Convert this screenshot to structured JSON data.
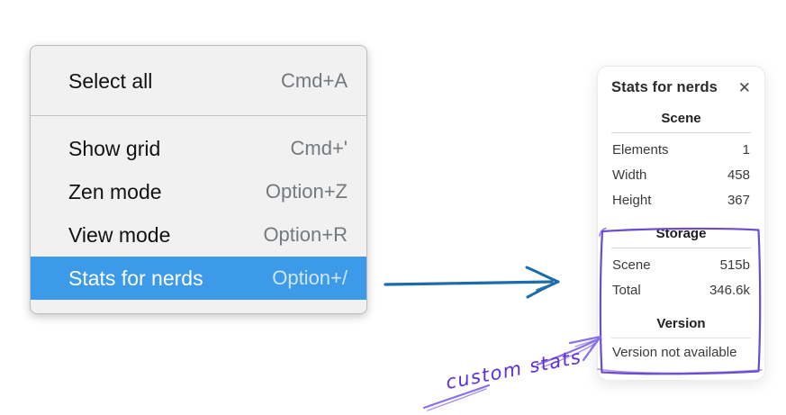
{
  "menu": {
    "items": [
      {
        "label": "Select all",
        "shortcut": "Cmd+A",
        "selected": false
      },
      {
        "label": "Show grid",
        "shortcut": "Cmd+'",
        "selected": false
      },
      {
        "label": "Zen mode",
        "shortcut": "Option+Z",
        "selected": false
      },
      {
        "label": "View mode",
        "shortcut": "Option+R",
        "selected": false
      },
      {
        "label": "Stats for nerds",
        "shortcut": "Option+/",
        "selected": true
      }
    ]
  },
  "panel": {
    "title": "Stats for nerds",
    "close_glyph": "✕",
    "sections": [
      {
        "header": "Scene",
        "rows": [
          {
            "label": "Elements",
            "value": "1"
          },
          {
            "label": "Width",
            "value": "458"
          },
          {
            "label": "Height",
            "value": "367"
          }
        ]
      },
      {
        "header": "Storage",
        "rows": [
          {
            "label": "Scene",
            "value": "515b"
          },
          {
            "label": "Total",
            "value": "346.6k"
          }
        ]
      },
      {
        "header": "Version",
        "note": "Version not available"
      }
    ]
  },
  "annotations": {
    "label": "custom stats"
  },
  "colors": {
    "menu_highlight": "#3d9ae9",
    "blue_arrow": "#1c6cab",
    "purple_box": "#6a4dcf",
    "purple_arrow": "#8a6fe8",
    "annotation_text": "#5f2ed6"
  }
}
